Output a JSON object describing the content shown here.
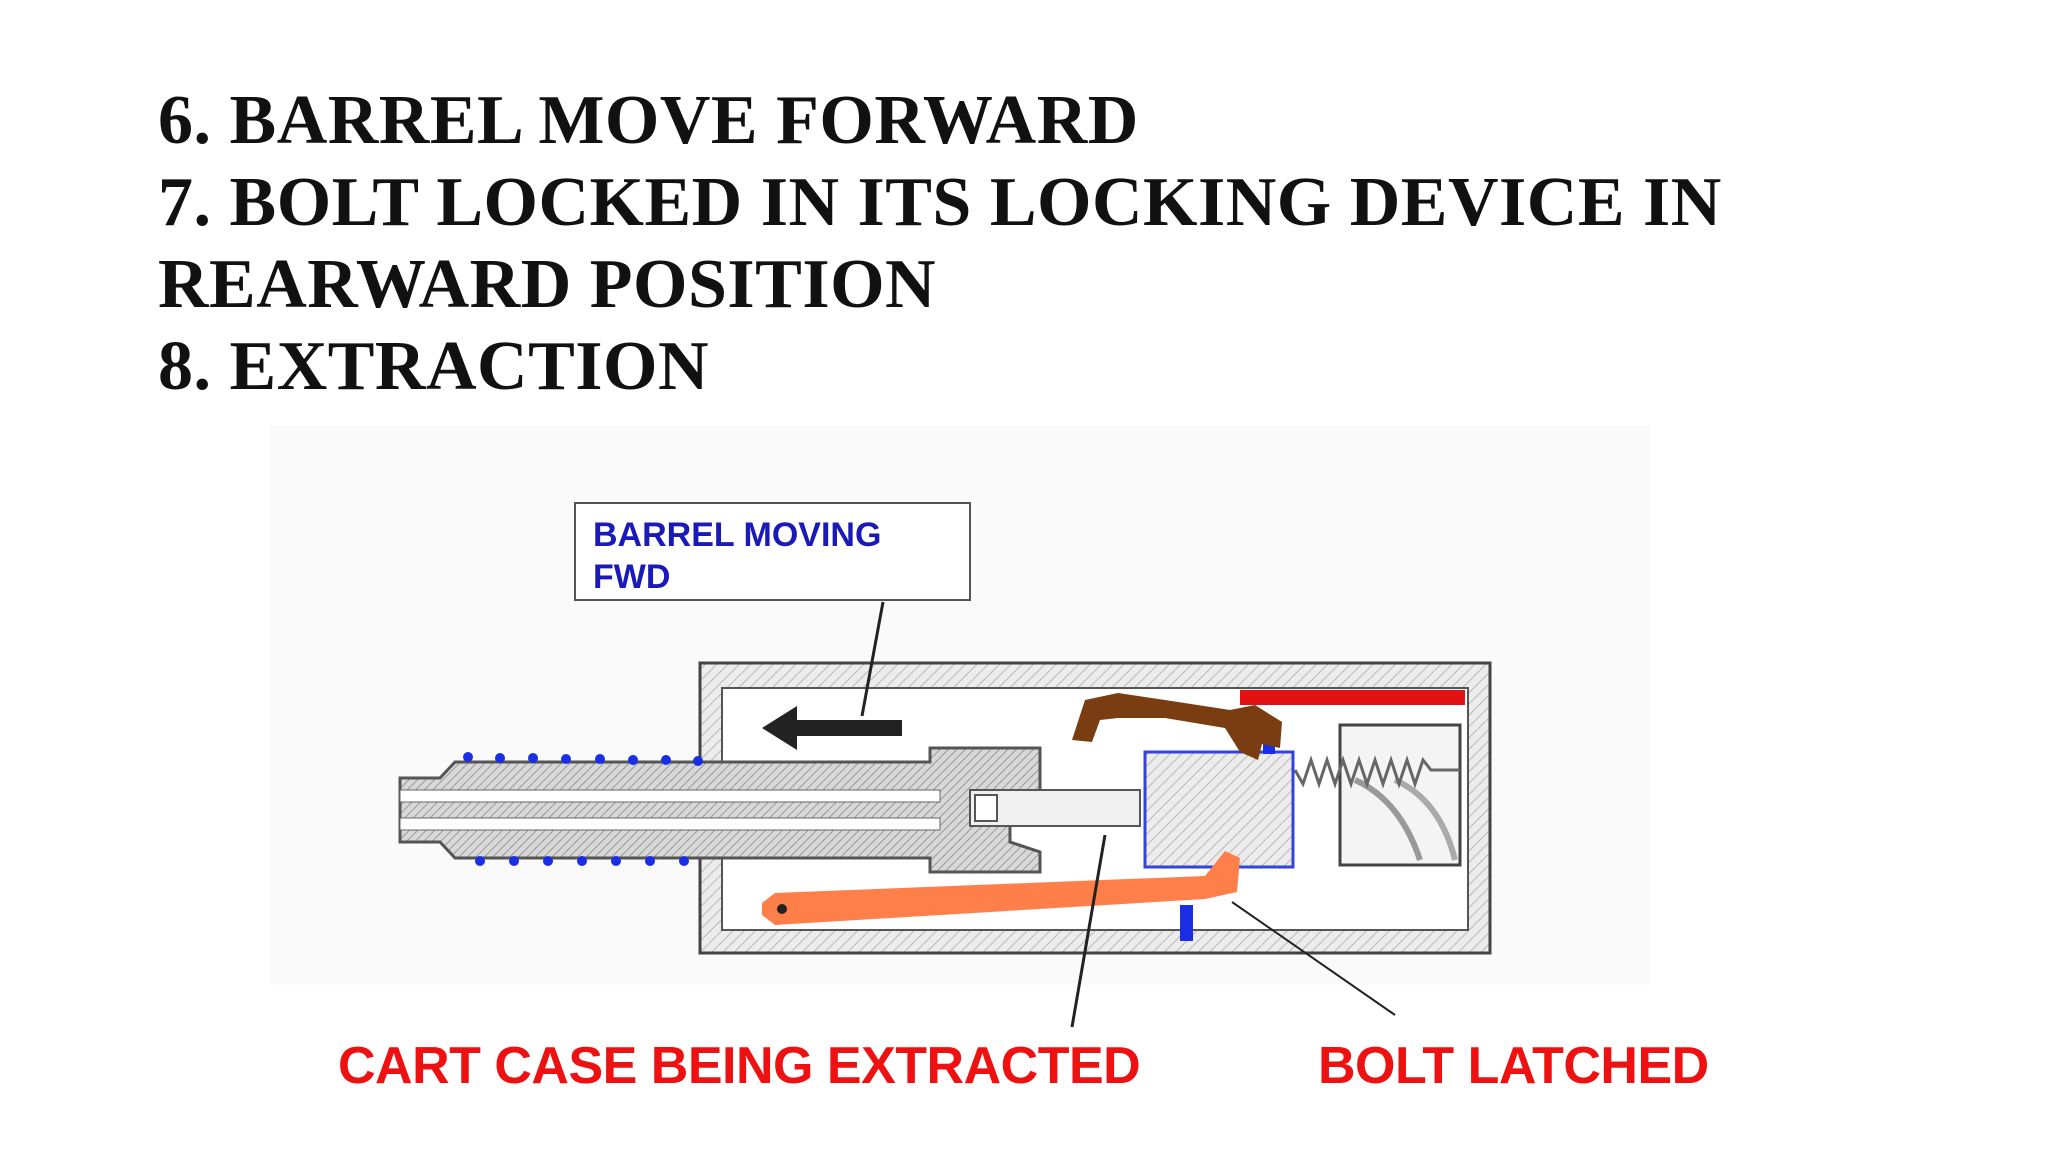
{
  "heading": {
    "lines": [
      "6. BARREL MOVE FORWARD",
      "7. BOLT LOCKED IN ITS LOCKING DEVICE IN",
      "REARWARD POSITION",
      "8. EXTRACTION"
    ]
  },
  "callout": {
    "line1": "BARREL MOVING",
    "line2": "FWD"
  },
  "labels": {
    "cart_case": "CART CASE BEING EXTRACTED",
    "bolt": "BOLT  LATCHED"
  },
  "colors": {
    "heading": "#111111",
    "callout_text": "#1a1ab8",
    "label_red": "#ee1111",
    "spring_blue": "#1a2ee6",
    "bolt_blue": "#3344dd",
    "lever_brown": "#7a3d12",
    "catch_orange": "#ff7f4a",
    "bar_red": "#e31212"
  }
}
